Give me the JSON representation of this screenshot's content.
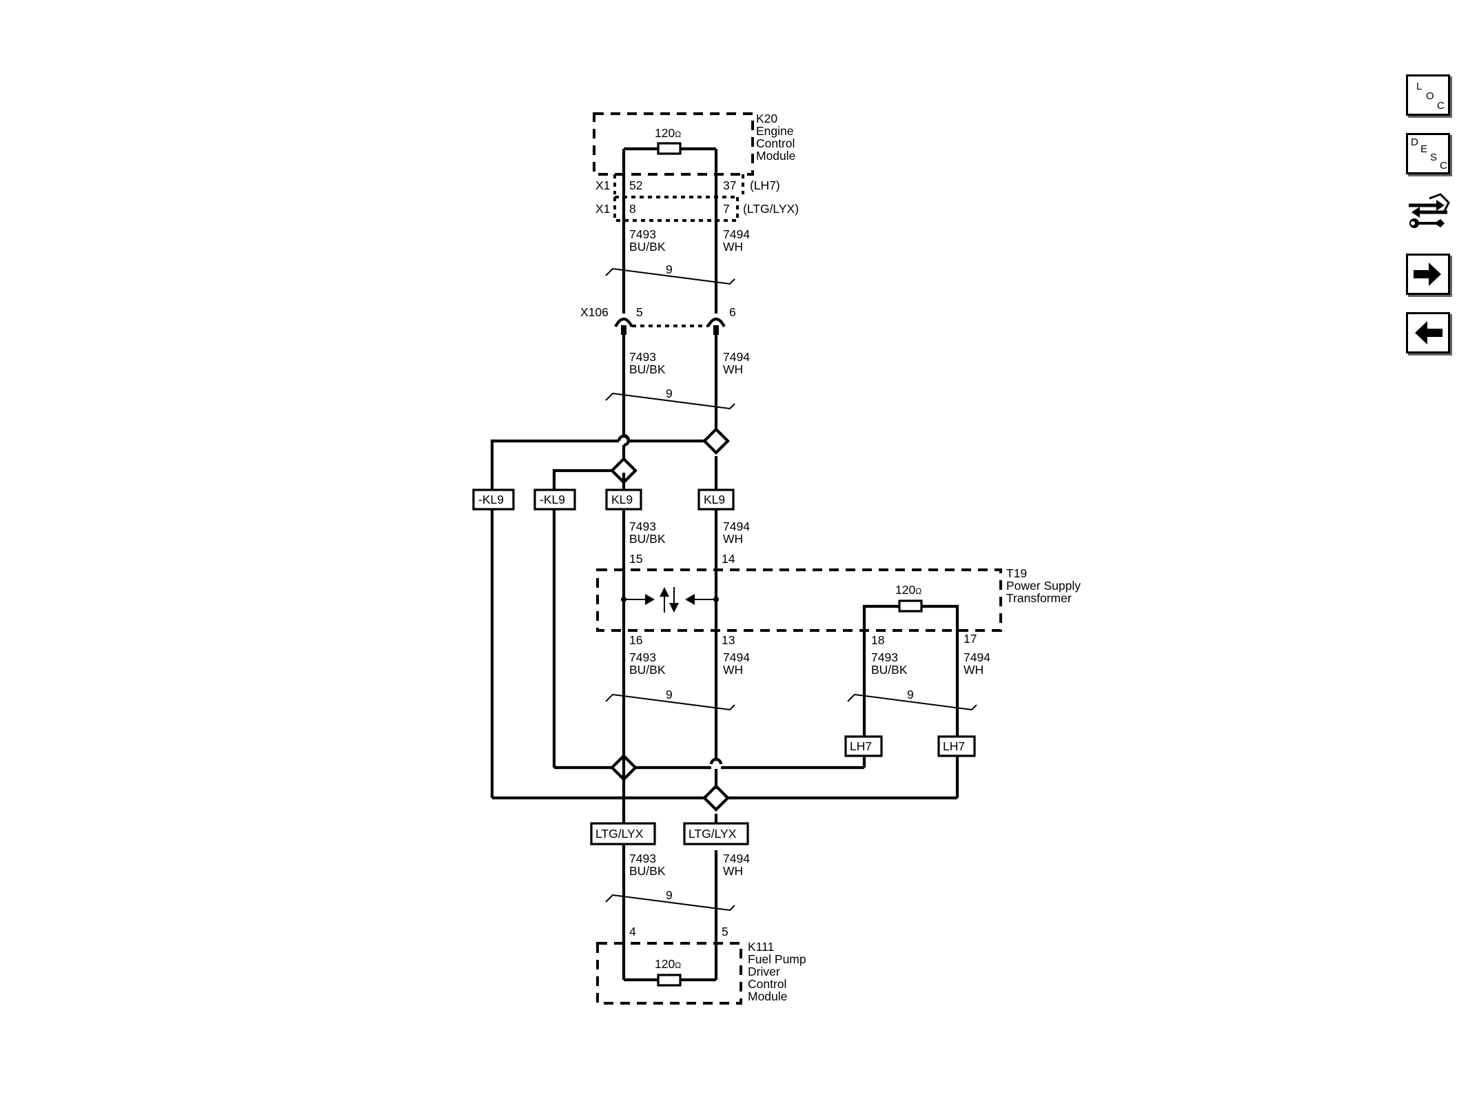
{
  "modules": {
    "ecm": {
      "id": "K20",
      "name_lines": [
        "Engine",
        "Control",
        "Module"
      ],
      "resistor": "120"
    },
    "transformer": {
      "id": "T19",
      "name_lines": [
        "Power Supply",
        "Transformer"
      ],
      "resistor": "120"
    },
    "fppm": {
      "id": "K111",
      "name_lines": [
        "Fuel Pump",
        "Driver",
        "Control",
        "Module"
      ],
      "resistor": "120"
    }
  },
  "ohm_symbol": "Ω",
  "connectors": {
    "x1_lh7": {
      "name": "X1",
      "pin_left": "52",
      "pin_right": "37",
      "option": "(LH7)"
    },
    "x1_ltg": {
      "name": "X1",
      "pin_left": "8",
      "pin_right": "7",
      "option": "(LTG/LYX)"
    },
    "x106": {
      "name": "X106",
      "pin_left": "5",
      "pin_right": "6"
    }
  },
  "wires": {
    "left": {
      "circuit": "7493",
      "color": "BU/BK"
    },
    "right": {
      "circuit": "7494",
      "color": "WH"
    }
  },
  "twist_label": "9",
  "transformer_pins": {
    "in_left": "15",
    "in_right": "14",
    "out_left": "16",
    "out_right": "13",
    "aux_left": "18",
    "aux_right": "17"
  },
  "fppm_pins": {
    "left": "4",
    "right": "5"
  },
  "option_tags": {
    "kl9": "KL9",
    "not_kl9": "-KL9",
    "lh7": "LH7",
    "ltg": "LTG/LYX"
  },
  "nav": {
    "loc": [
      "L",
      "O",
      "C"
    ],
    "desc": [
      "D",
      "E",
      "S",
      "C"
    ]
  }
}
